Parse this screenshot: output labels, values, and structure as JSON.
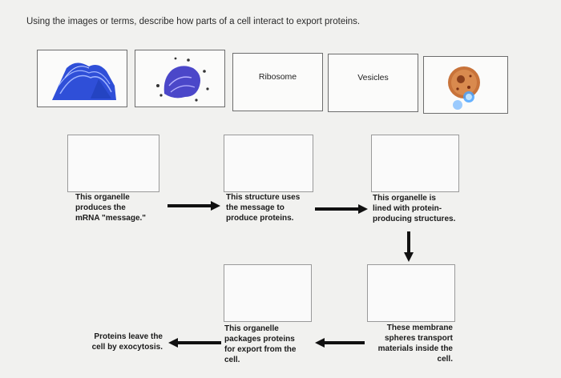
{
  "prompt": "Using the images or terms, describe how parts of a cell interact to export proteins.",
  "tiles": [
    {
      "label": "",
      "icon": "golgi-apparatus-image"
    },
    {
      "label": "",
      "icon": "endoplasmic-reticulum-image"
    },
    {
      "label": "Ribosome",
      "icon": ""
    },
    {
      "label": "Vesicles",
      "icon": ""
    },
    {
      "label": "",
      "icon": "cell-image"
    }
  ],
  "steps": [
    {
      "text": "This organelle\nproduces the\nmRNA \"message.\""
    },
    {
      "text": "This structure uses\nthe message to\nproduce proteins."
    },
    {
      "text": "This organelle is\nlined with protein-\nproducing structures."
    },
    {
      "text": "These membrane\nspheres transport\nmaterials inside the\ncell."
    },
    {
      "text": "This organelle\npackages proteins\nfor export from the\ncell."
    },
    {
      "text": "Proteins leave the\ncell by exocytosis."
    }
  ],
  "colors": {
    "golgi": "#2f4fd8",
    "er": "#4b47c9",
    "cell": "#c8733a",
    "highlight": "#4aa3ff"
  }
}
